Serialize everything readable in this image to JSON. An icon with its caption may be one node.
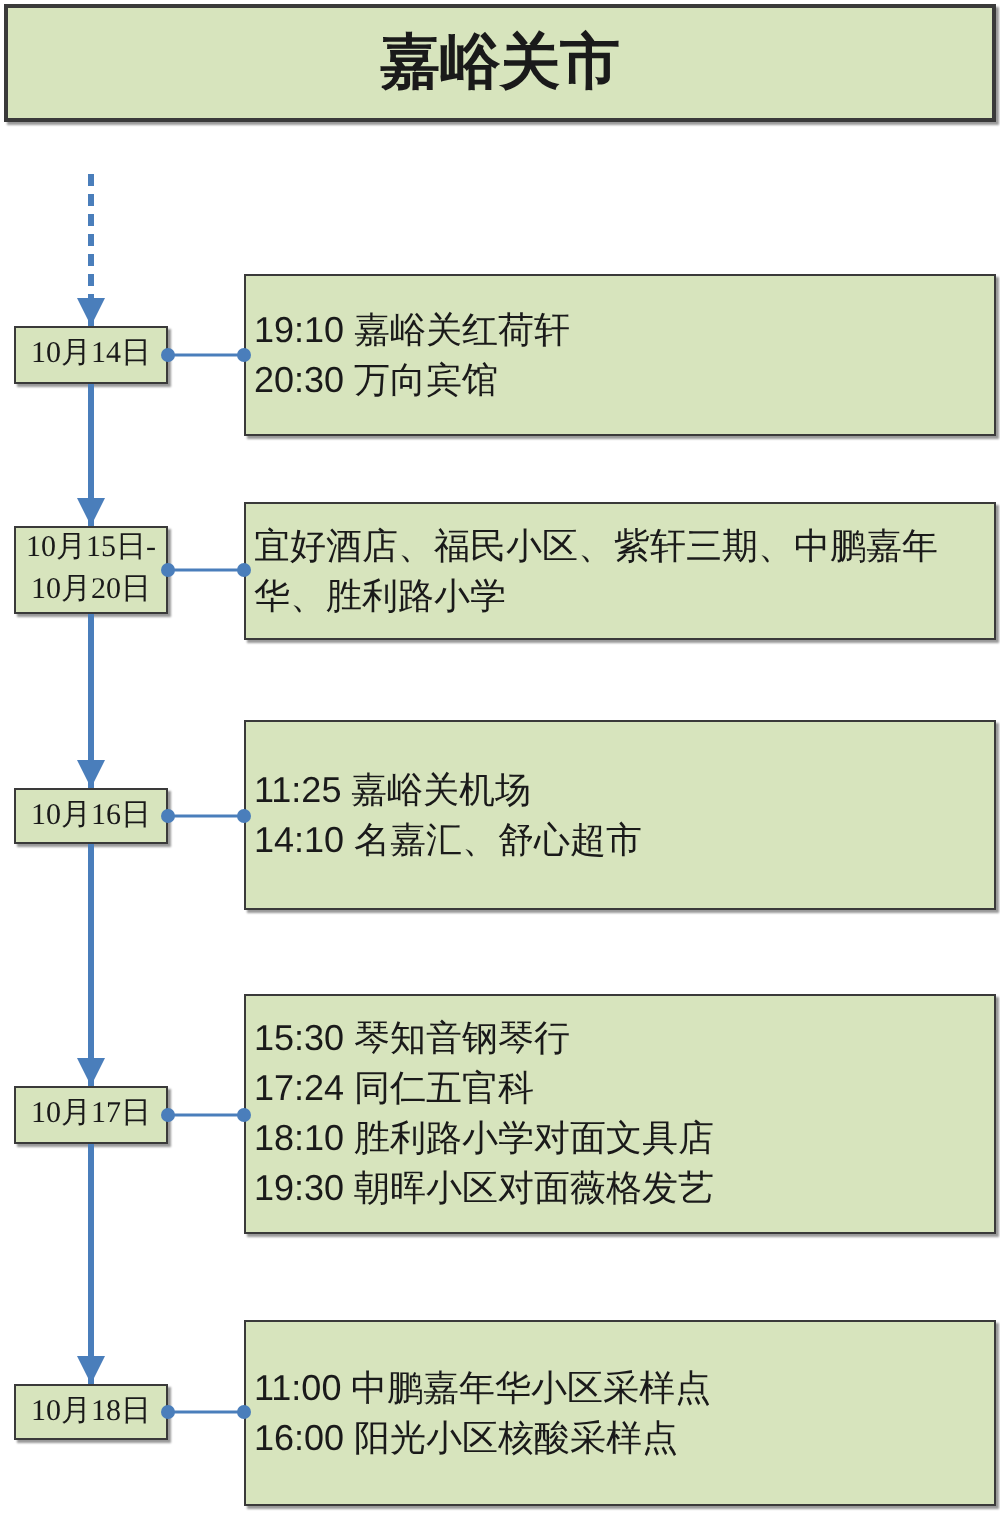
{
  "diagram": {
    "nodes": [
      {
        "text": [
          "嘉峪关市"
        ]
      },
      {
        "text": [
          "10月14日"
        ]
      },
      {
        "text": [
          "19:10 嘉峪关红荷轩",
          "20:30 万向宾馆"
        ]
      },
      {
        "text": [
          "10月15日-10月20日"
        ]
      },
      {
        "text": [
          "宜好酒店、福民小区、紫轩三期、中鹏嘉年华、胜利路小学"
        ]
      },
      {
        "text": [
          "10月16日"
        ]
      },
      {
        "text": [
          "11:25 嘉峪关机场",
          "14:10 名嘉汇、舒心超市"
        ]
      },
      {
        "text": [
          "10月17日"
        ]
      },
      {
        "text": [
          "15:30 琴知音钢琴行",
          "17:24 同仁五官科",
          "18:10 胜利路小学对面文具店",
          "19:30 朝晖小区对面薇格发艺"
        ]
      },
      {
        "text": [
          "10月18日"
        ]
      },
      {
        "text": [
          "11:00 中鹏嘉年华小区采样点",
          "16:00 阳光小区核酸采样点"
        ]
      }
    ],
    "edges": [
      {
        "from": null,
        "to": 1,
        "arrow": "to",
        "style": "dashed"
      },
      {
        "from": 1,
        "to": 2,
        "arrow": "other"
      },
      {
        "from": 1,
        "to": 3,
        "arrow": "to",
        "style": "thick"
      },
      {
        "from": 3,
        "to": 4,
        "arrow": "other"
      },
      {
        "from": 3,
        "to": 5,
        "arrow": "to",
        "style": "thick"
      },
      {
        "from": 5,
        "to": 6,
        "arrow": "other"
      },
      {
        "from": 5,
        "to": 7,
        "arrow": "to",
        "style": "thick"
      },
      {
        "from": 7,
        "to": 8,
        "arrow": "other"
      },
      {
        "from": 7,
        "to": 9,
        "arrow": "to",
        "style": "thick"
      },
      {
        "from": 9,
        "to": 10,
        "arrow": "other"
      }
    ]
  }
}
